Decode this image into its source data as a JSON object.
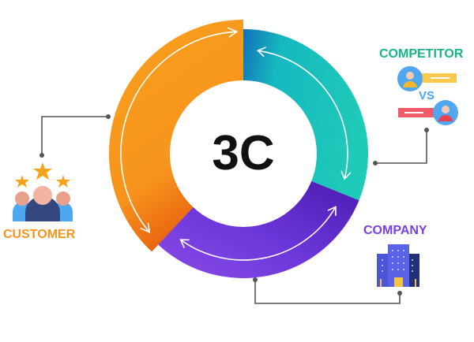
{
  "center_label": "3C",
  "segments": [
    {
      "id": "customer",
      "label": "CUSTOMER",
      "color": "#F7941D"
    },
    {
      "id": "competitor",
      "label": "COMPETITOR",
      "color": "#1BC4B6"
    },
    {
      "id": "company",
      "label": "COMPANY",
      "color": "#7B3FE0"
    }
  ],
  "vs_label": "VS"
}
